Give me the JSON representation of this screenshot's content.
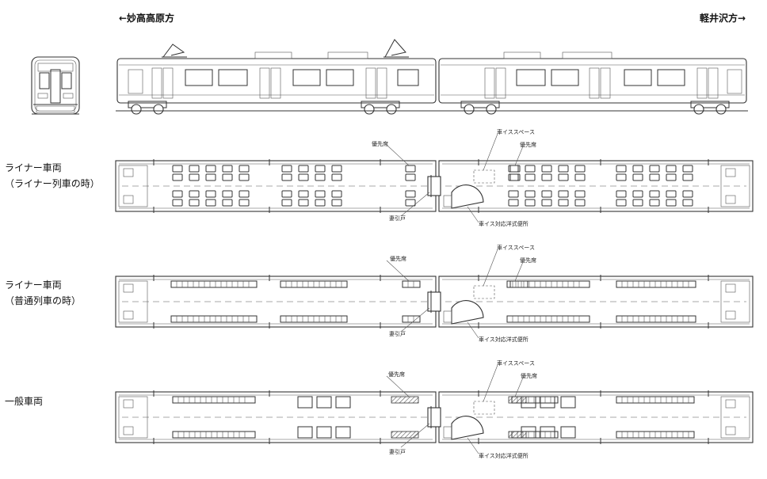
{
  "directions": {
    "left": "←妙高高原方",
    "right": "軽井沢方→"
  },
  "layouts": [
    {
      "label_line1": "ライナー車両",
      "label_line2": "（ライナー列車の時）",
      "mode": "cross"
    },
    {
      "label_line1": "ライナー車両",
      "label_line2": "（普通列車の時）",
      "mode": "long"
    },
    {
      "label_line1": "一般車両",
      "label_line2": "",
      "mode": "general"
    }
  ],
  "callouts": {
    "priority_seat": "優先席",
    "wheelchair_space": "車イススペース",
    "sliding_door": "妻引戸",
    "accessible_toilet": "車イス対応洋式便所"
  },
  "colors": {
    "line": "#333333",
    "hatch": "#555555"
  }
}
